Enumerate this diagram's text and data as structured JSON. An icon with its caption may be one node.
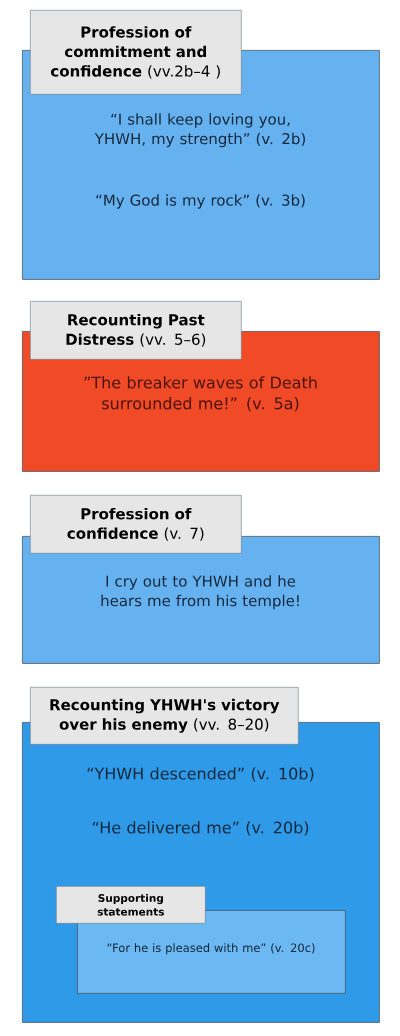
{
  "diagram": {
    "nodes": [
      {
        "text": [
          "**Profession of commitment and confidence** (vv.2b–4 )"
        ]
      },
      {
        "text": [
          "“I shall keep loving you, YHWH, my strength” (v. 2b)",
          "“My God is my rock” (v. 3b)"
        ]
      },
      {
        "text": [
          "**Recounting Past Distress** (vv. 5–6)"
        ]
      },
      {
        "text": [
          "”The breaker waves of Death surrounded me!” (v. 5a)"
        ]
      },
      {
        "text": [
          "**Profession of confidence** (v. 7)"
        ]
      },
      {
        "text": [
          "I cry out to YHWH and he hears me from his temple!"
        ]
      },
      {
        "text": [
          "**Recounting YHWH's victory over his enemy** (vv. 8–20)"
        ]
      },
      {
        "text": [
          "“YHWH descended” (v. 10b)",
          "“He delivered me” (v. 20b)"
        ]
      },
      {
        "text": [
          "Supporting statements"
        ],
        "in": 7
      },
      {
        "text": [
          "“For he is pleased with me” (v. 20c)"
        ],
        "in": 7
      }
    ]
  }
}
